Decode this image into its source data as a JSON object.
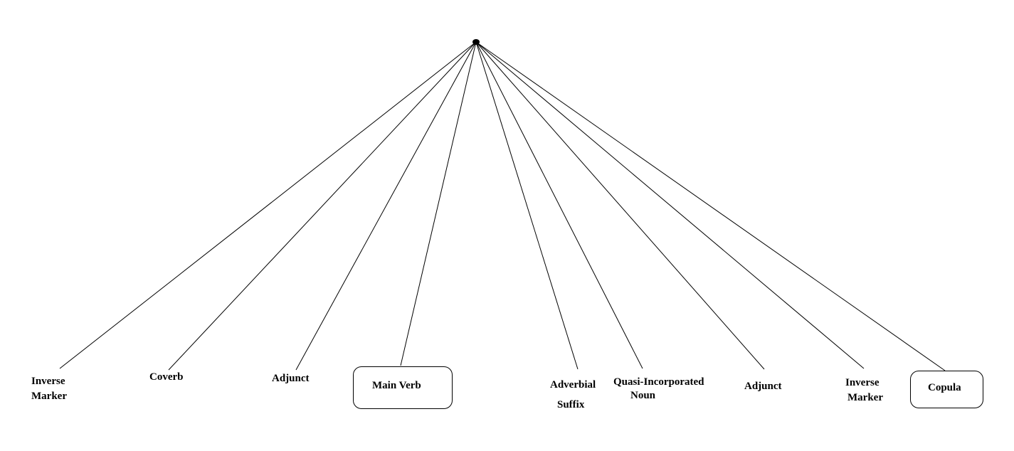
{
  "diagram": {
    "root": "node",
    "leaves": [
      {
        "id": "inverse-marker-left",
        "lines": [
          "Inverse",
          "Marker"
        ],
        "boxed": false
      },
      {
        "id": "coverb",
        "lines": [
          "Coverb"
        ],
        "boxed": false
      },
      {
        "id": "adjunct-left",
        "lines": [
          "Adjunct"
        ],
        "boxed": false
      },
      {
        "id": "main-verb",
        "lines": [
          "Main Verb"
        ],
        "boxed": true
      },
      {
        "id": "adverbial-suffix",
        "lines": [
          "Adverbial",
          "Suffix"
        ],
        "boxed": false
      },
      {
        "id": "quasi-incorporated-noun",
        "lines": [
          "Quasi-Incorporated",
          "Noun"
        ],
        "boxed": false
      },
      {
        "id": "adjunct-right",
        "lines": [
          "Adjunct"
        ],
        "boxed": false
      },
      {
        "id": "inverse-marker-right",
        "lines": [
          "Inverse",
          "Marker"
        ],
        "boxed": false
      },
      {
        "id": "copula",
        "lines": [
          "Copula"
        ],
        "boxed": true
      }
    ]
  }
}
